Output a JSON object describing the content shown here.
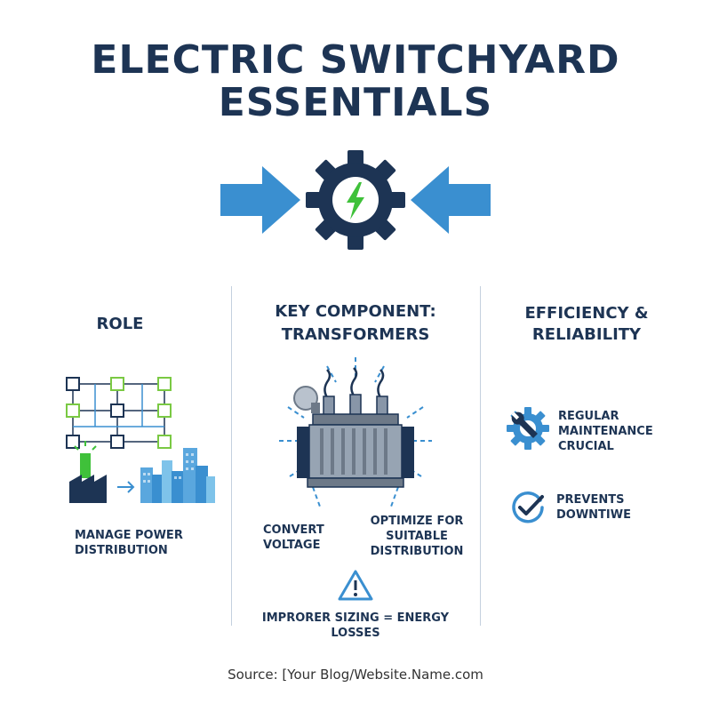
{
  "header": {
    "title_line1": "ELECTRIC SWITCHYARD",
    "title_line2": "ESSENTIALS",
    "icons": [
      "arrow-right-icon",
      "gear-lightning-icon",
      "arrow-left-icon"
    ]
  },
  "colors": {
    "navy": "#1d3454",
    "blue": "#3a8fd0",
    "green": "#3fc13a",
    "lime": "#7ac943",
    "divider": "#c4d0de"
  },
  "columns": {
    "role": {
      "title": "ROLE",
      "caption_line1": "MANAGE POWER",
      "caption_line2": "DISTRIBUTION",
      "icons": [
        "network-grid-icon",
        "factory-icon",
        "arrow-right-icon",
        "city-buildings-icon"
      ]
    },
    "component": {
      "title_line1": "KEY COMPONENT:",
      "title_line2": "TRANSFORMERS",
      "left_caption_line1": "CONVERT",
      "left_caption_line2": "VOLTAGE",
      "right_caption_line1": "OPTIMIZE FOR",
      "right_caption_line2": "SUITABLE",
      "right_caption_line3": "DISTRIBUTION",
      "warning_text": "IMPRORER SIZING = ENERGY LOSSES",
      "icons": [
        "transformer-icon",
        "warning-icon"
      ]
    },
    "efficiency": {
      "title_line1": "EFFICIENCY &",
      "title_line2": "RELIABILITY",
      "item1_line1": "REGULAR",
      "item1_line2": "MAINTENANCE",
      "item1_line3": "CRUCIAL",
      "item2_line1": "PREVENTS",
      "item2_line2": "DOWNTIWE",
      "icons": [
        "gear-wrench-icon",
        "checkmark-circle-icon"
      ]
    }
  },
  "footer": {
    "source": "Source: [Your Blog/Website.Name.com"
  }
}
